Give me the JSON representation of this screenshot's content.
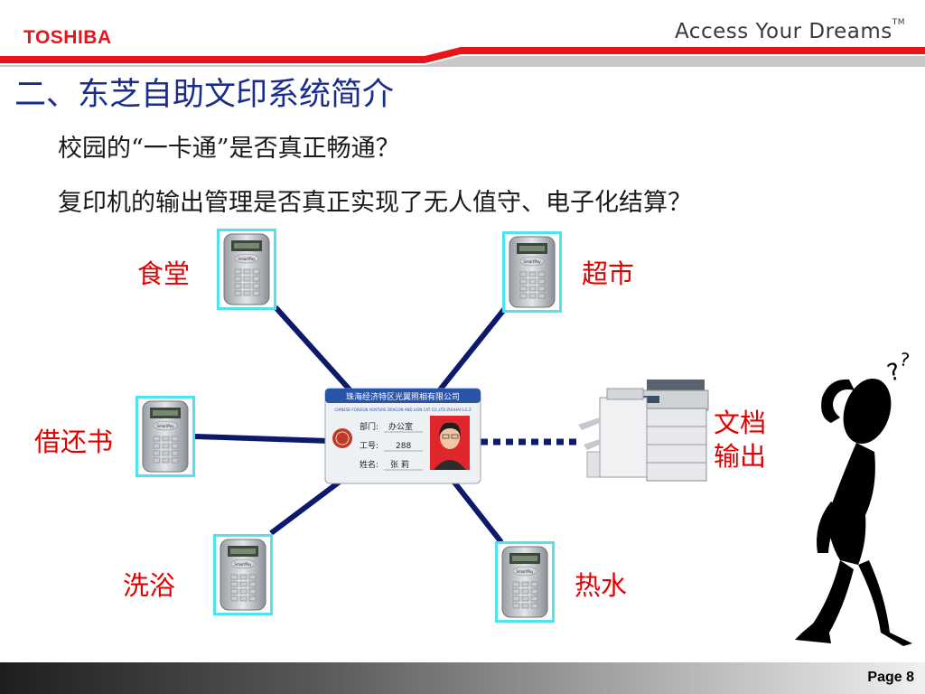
{
  "header": {
    "brand": "TOSHIBA",
    "tagline": "Access Your Dreams",
    "trademark": "TM",
    "accent_color": "#e8141c"
  },
  "title": "二、东芝自助文印系统简介",
  "questions": [
    "校园的“一卡通”是否真正畅通？",
    "复印机的输出管理是否真正实现了无人值守、电子化结算？"
  ],
  "terminals": {
    "canteen": "食堂",
    "supermarket": "超市",
    "library": "借还书",
    "bath": "洗浴",
    "hot_water": "热水"
  },
  "output_label": [
    "文档",
    "输出"
  ],
  "card": {
    "org": "珠海经济特区光翼照相有限公司",
    "org_en": "CHINESE-FOREIGN VENTURE DRAGON AND LION CAT CO.,LTD ZHUHAI S.E.Z",
    "dept_label": "部门:",
    "dept_value": "办公室",
    "id_label": "工号:",
    "id_value": "288",
    "name_label": "姓名:",
    "name_value": "张 莉"
  },
  "terminal_brand": "SmartPay",
  "footer": {
    "page": "Page 8"
  },
  "colors": {
    "title": "#1a2d8c",
    "labels": "#e20000",
    "connector": "#0d1a6b",
    "terminal_border": "#4fe3f0"
  }
}
